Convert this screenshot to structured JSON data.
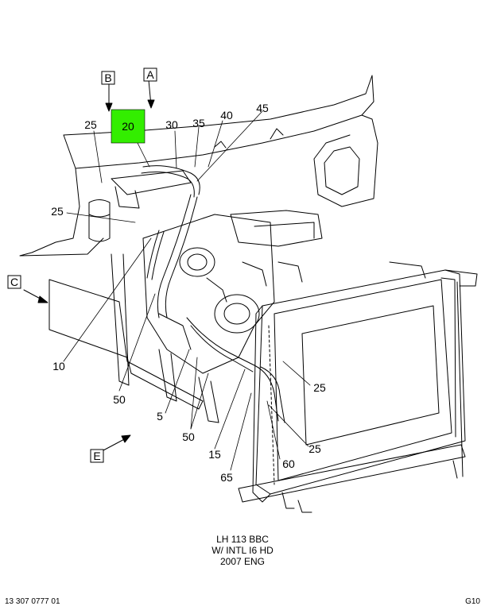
{
  "callouts": {
    "c20": "20",
    "c25_top": "25",
    "c30": "30",
    "c35": "35",
    "c40": "40",
    "c45": "45",
    "c25_left": "25",
    "c10": "10",
    "c50_left": "50",
    "c5": "5",
    "c50_bottom": "50",
    "c15": "15",
    "c65": "65",
    "c60": "60",
    "c25_right_low": "25",
    "c25_right": "25"
  },
  "view_labels": {
    "A": "A",
    "B": "B",
    "C": "C",
    "E": "E"
  },
  "caption": {
    "line1": "LH 113 BBC",
    "line2": "W/ INTL I6 HD",
    "line3": "2007 ENG"
  },
  "footer": {
    "left": "13 307 0777 01",
    "right": "G10"
  },
  "colors": {
    "highlight": "#33ee00",
    "line": "#000000"
  }
}
